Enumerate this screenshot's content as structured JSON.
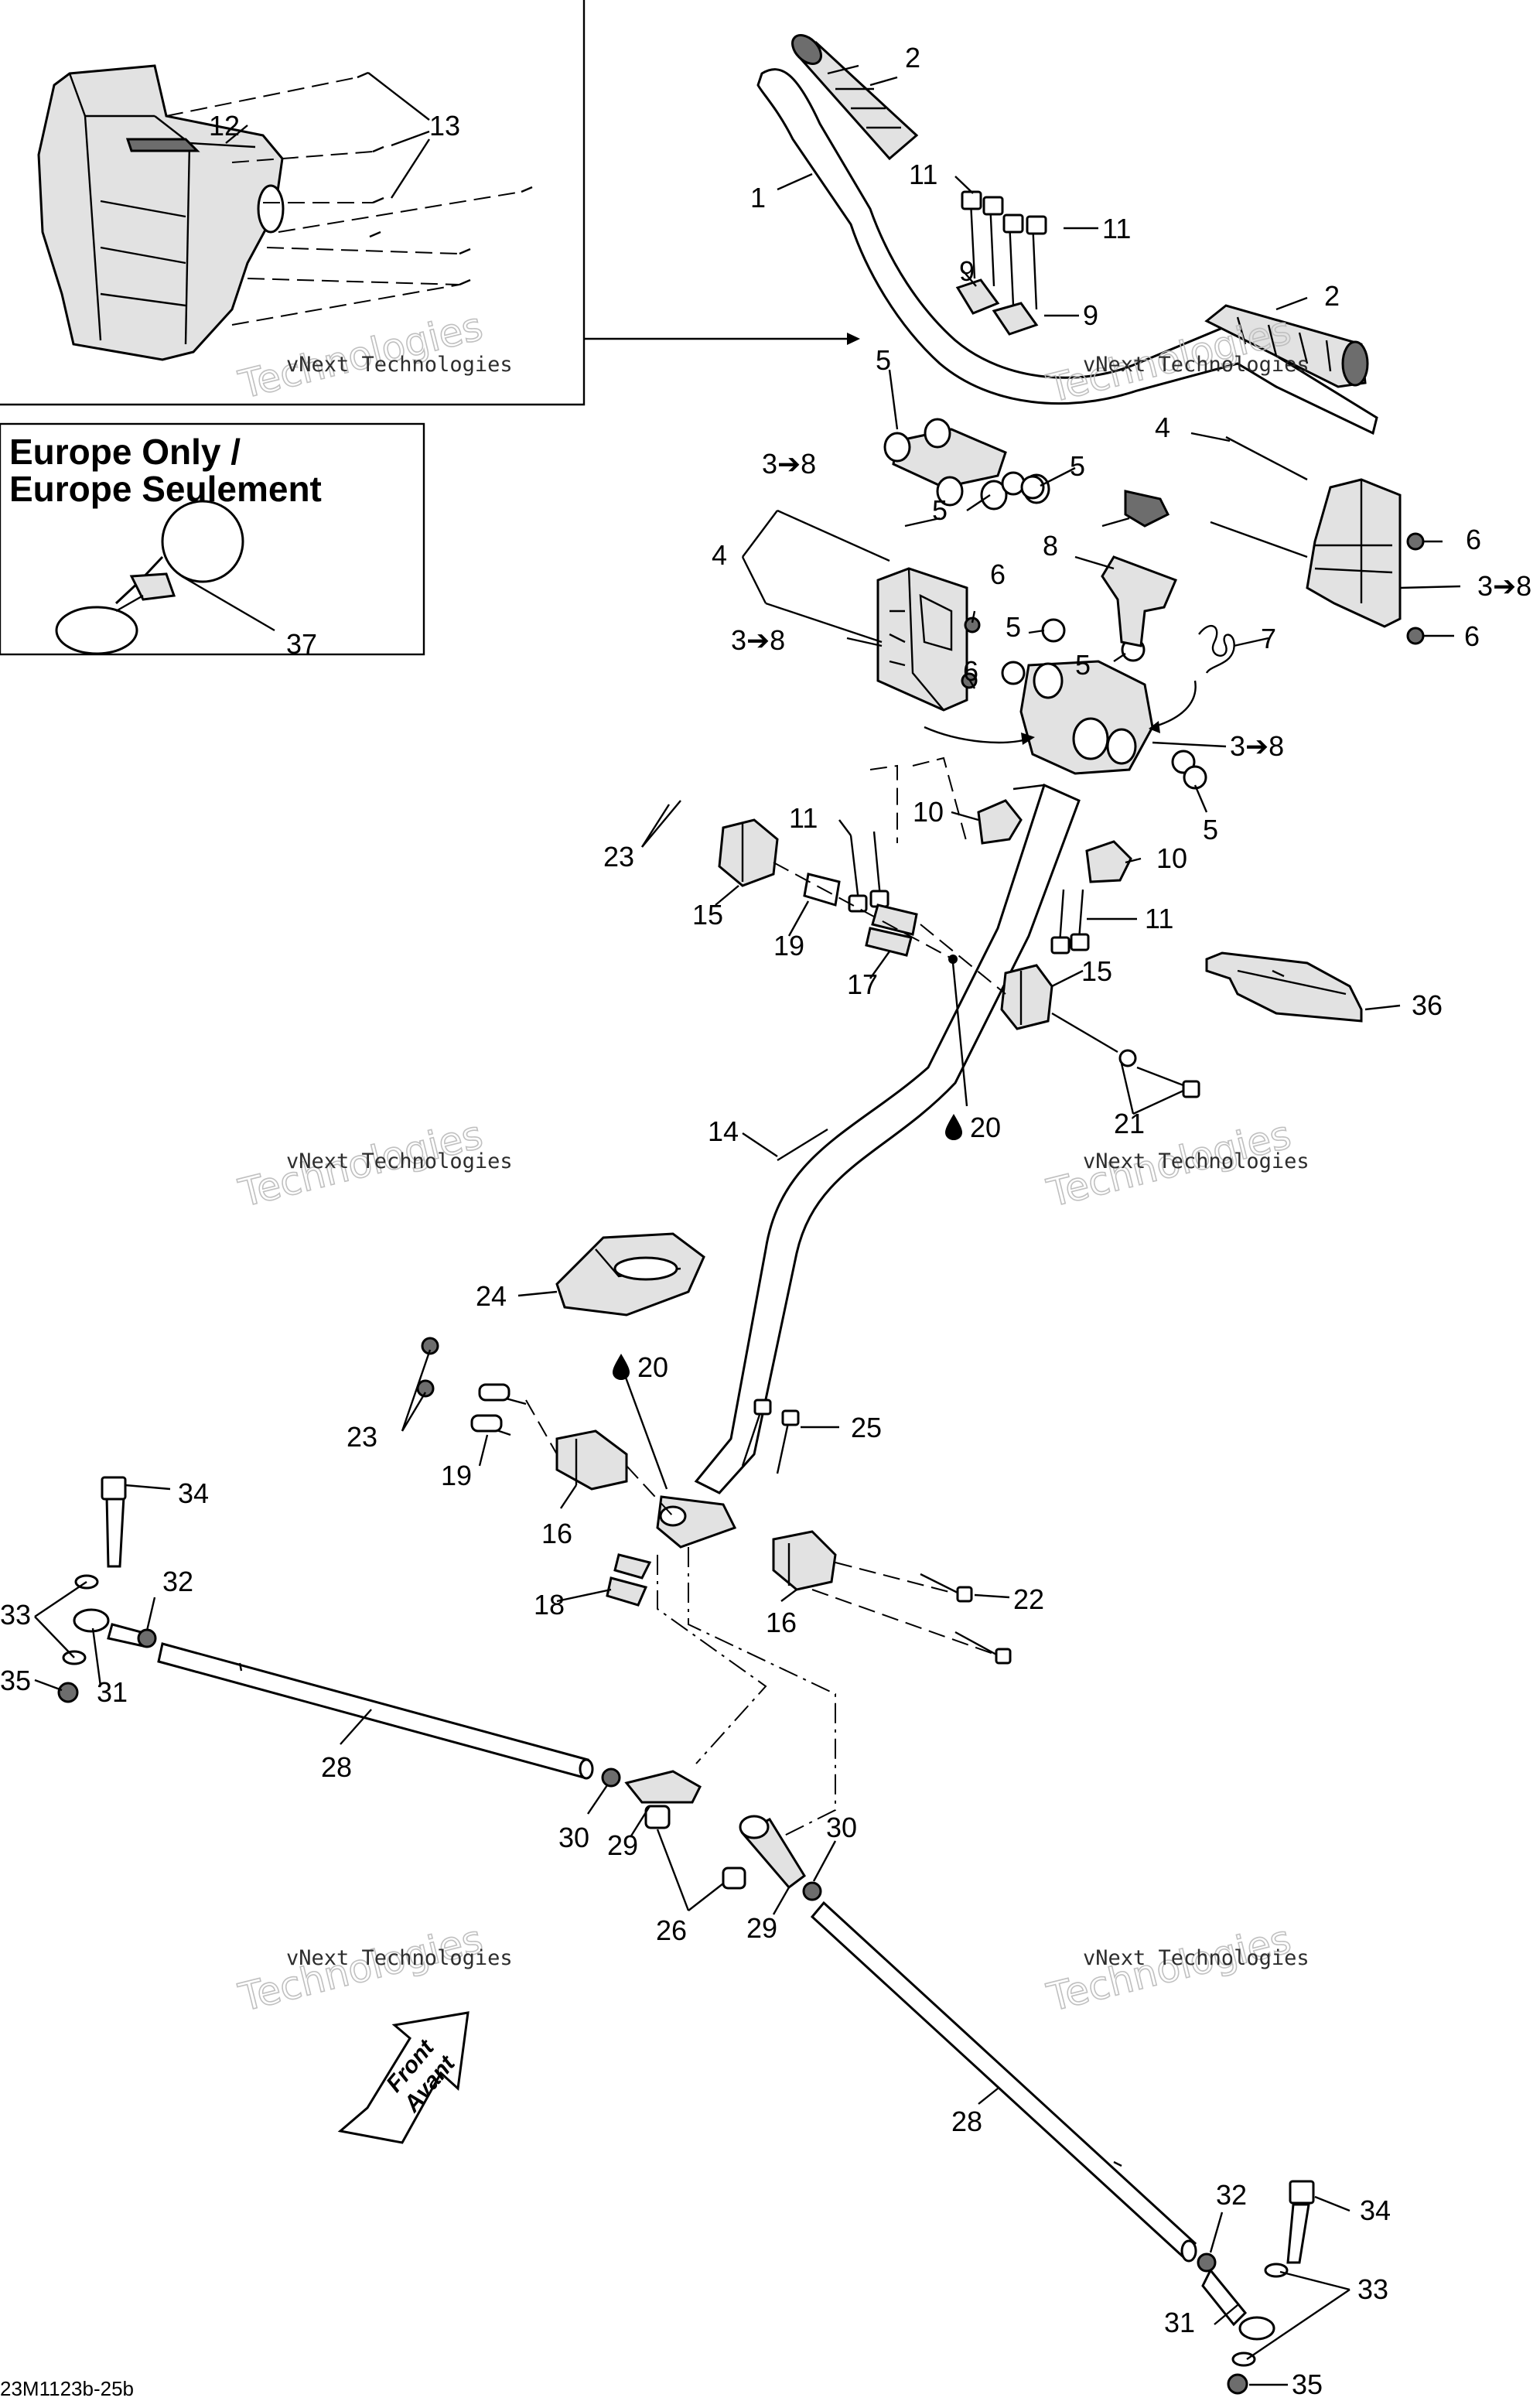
{
  "inset_note": {
    "line1": "Europe Only /",
    "line2": "Europe Seulement"
  },
  "front_arrow": {
    "line1": "Front",
    "line2": "Avant"
  },
  "watermark": {
    "line1": "vNext Technologies",
    "line2": "Technologies"
  },
  "reference_code": "23M1123b-25b",
  "callouts": {
    "c1": "1",
    "c2a": "2",
    "c2b": "2",
    "c11a": "11",
    "c11b": "11",
    "c9a": "9",
    "c9b": "9",
    "c12": "12",
    "c13": "13",
    "c5a": "5",
    "c5b": "5",
    "c5c": "5",
    "c5d": "5",
    "c5e": "5",
    "c5f": "5",
    "c38a": "3➔8",
    "c38b": "3➔8",
    "c38c": "3➔8",
    "c38d": "3➔8",
    "c4a": "4",
    "c4b": "4",
    "c6a": "6",
    "c6b": "6",
    "c6c": "6",
    "c6d": "6",
    "c7": "7",
    "c8": "8",
    "c37": "37",
    "c23a": "23",
    "c23b": "23",
    "c11c": "11",
    "c11d": "11",
    "c10a": "10",
    "c10b": "10",
    "c15a": "15",
    "c15b": "15",
    "c19a": "19",
    "c19b": "19",
    "c17": "17",
    "c36": "36",
    "c20a": "20",
    "c20b": "20",
    "c21": "21",
    "c14": "14",
    "c24": "24",
    "c25": "25",
    "c16a": "16",
    "c16b": "16",
    "c18": "18",
    "c22": "22",
    "c34a": "34",
    "c34b": "34",
    "c32a": "32",
    "c32b": "32",
    "c33a": "33",
    "c33b": "33",
    "c35a": "35",
    "c35b": "35",
    "c31a": "31",
    "c31b": "31",
    "c28a": "28",
    "c28b": "28",
    "c30a": "30",
    "c30b": "30",
    "c29a": "29",
    "c29b": "29",
    "c26": "26"
  }
}
